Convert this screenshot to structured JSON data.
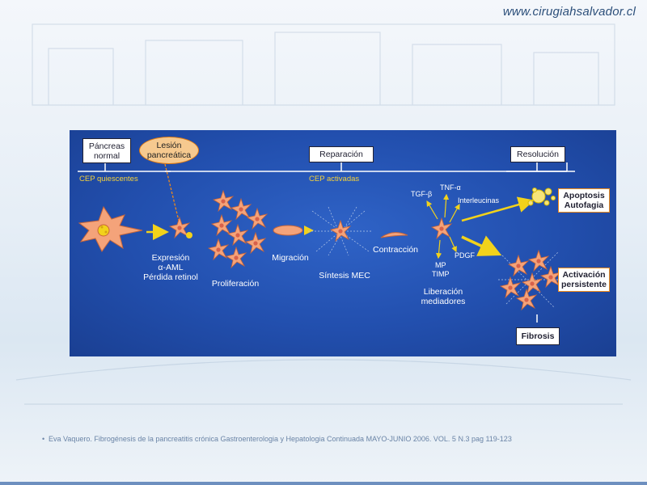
{
  "site": {
    "url": "www.cirugiahsalvador.cl"
  },
  "diagram": {
    "boxes": {
      "pancreas_normal": "Páncreas\nnormal",
      "reparacion": "Reparación",
      "resolucion": "Resolución",
      "apoptosis": "Apoptosis\nAutofagia",
      "activacion": "Activación\npersistente",
      "fibrosis": "Fibrosis"
    },
    "oval": {
      "lesion": "Lesión\npancreática"
    },
    "header_labels": {
      "quiescentes": "CEP quiescentes",
      "activadas": "CEP activadas"
    },
    "stages": {
      "expresion": "Expresión\nα-AML\nPérdida retinol",
      "proliferacion": "Proliferación",
      "migracion": "Migración",
      "sintesis": "Síntesis MEC",
      "contraccion": "Contracción",
      "liberacion": "Liberación\nmediadores"
    },
    "mediators": {
      "tgf": "TGF-β",
      "tnf": "TNF-α",
      "interleucinas": "Interleucinas",
      "pdgf": "PDGF",
      "mp": "MP",
      "timp": "TIMP"
    },
    "colors": {
      "background": "#224fae",
      "cell": "#f4a37a",
      "arrow": "#f2d21b",
      "accent": "#f08a1a"
    }
  },
  "citation": {
    "bullet": "•",
    "text": "Eva Vaquero. Fibrogénesis de la pancreatitis crónica Gastroenterologia y Hepatologia Continuada MAYO-JUNIO 2006. VOL. 5 N.3 pag 119-123"
  }
}
